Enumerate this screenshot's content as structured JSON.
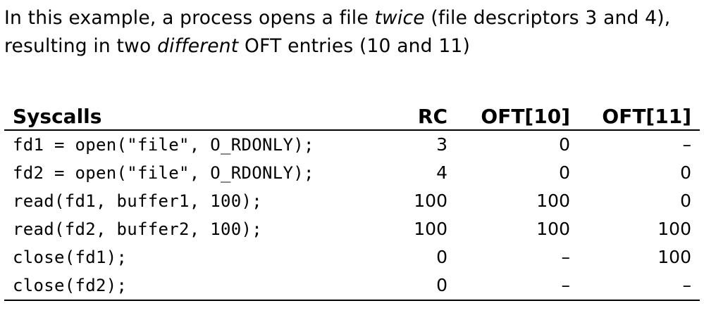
{
  "intro": {
    "part1": "In this example, a process opens a file ",
    "em1": "twice",
    "part2": " (file descriptors 3 and 4), resulting in two ",
    "em2": "different",
    "part3": " OFT entries (10 and 11)"
  },
  "table": {
    "headers": [
      "Syscalls",
      "RC",
      "OFT[10]",
      "OFT[11]"
    ],
    "rows": [
      [
        "fd1 = open(\"file\", O_RDONLY);",
        "3",
        "0",
        "–"
      ],
      [
        "fd2 = open(\"file\", O_RDONLY);",
        "4",
        "0",
        "0"
      ],
      [
        "read(fd1, buffer1, 100);",
        "100",
        "100",
        "0"
      ],
      [
        "read(fd2, buffer2, 100);",
        "100",
        "100",
        "100"
      ],
      [
        "close(fd1);",
        "0",
        "–",
        "100"
      ],
      [
        "close(fd2);",
        "0",
        "–",
        "–"
      ]
    ]
  }
}
